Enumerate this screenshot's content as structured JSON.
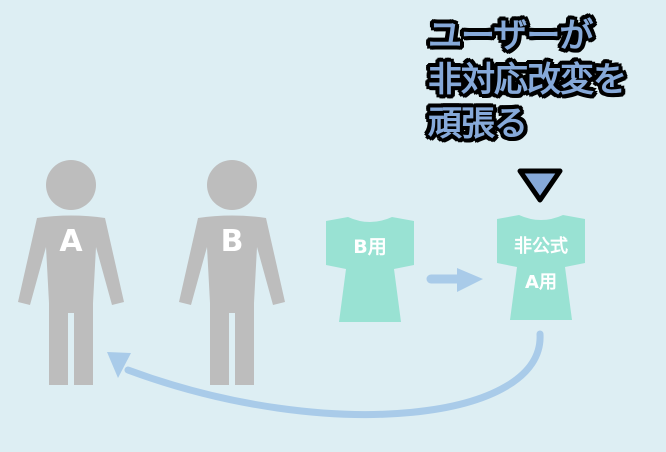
{
  "people": [
    {
      "label": "A"
    },
    {
      "label": "B"
    }
  ],
  "shirts": [
    {
      "label": "B用"
    },
    {
      "label_line1": "非公式",
      "label_line2": "A用"
    }
  ],
  "callout": {
    "lines": [
      "ユーザーが",
      "非対応改変を",
      "頑張る"
    ]
  },
  "colors": {
    "background": "#ddeef3",
    "person": "#bdbdbd",
    "shirt": "#99e2d3",
    "arrow": "#a9cbe9",
    "callout_fill": "#86a9d9"
  }
}
